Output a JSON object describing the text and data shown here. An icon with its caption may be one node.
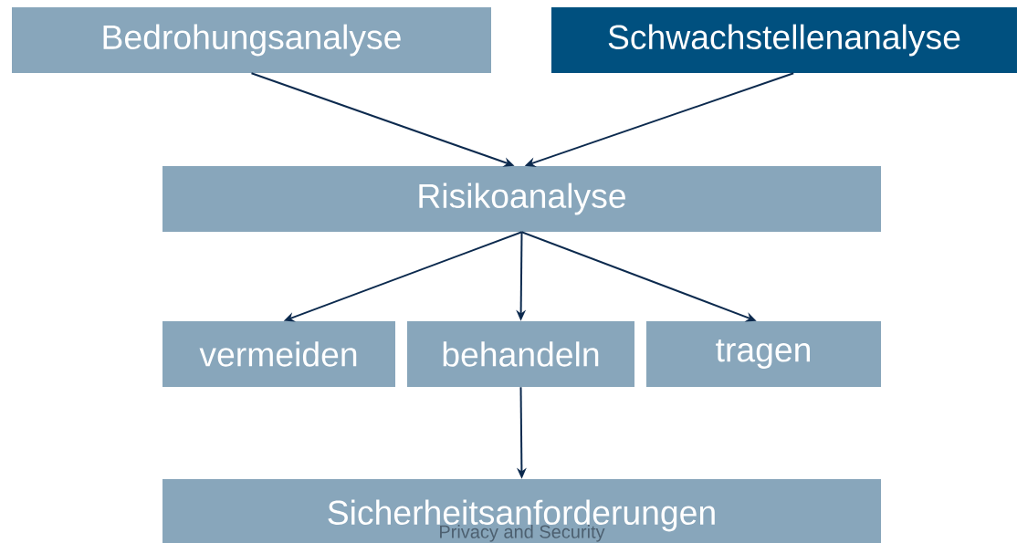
{
  "diagram": {
    "nodes": [
      {
        "text": [
          "Bedrohungsanalyse"
        ]
      },
      {
        "text": [
          "Schwachstellenanalyse"
        ]
      },
      {
        "text": [
          "Risikoanalyse"
        ]
      },
      {
        "text": [
          "vermeiden"
        ]
      },
      {
        "text": [
          "behandeln"
        ]
      },
      {
        "text": [
          "tragen"
        ]
      },
      {
        "text": [
          "Sicherheitsanforderungen"
        ]
      }
    ],
    "edges": [
      {
        "from": 0,
        "to": 2,
        "arrow": "to"
      },
      {
        "from": 1,
        "to": 2,
        "arrow": "to"
      },
      {
        "from": 2,
        "to": 3,
        "arrow": "to"
      },
      {
        "from": 2,
        "to": 4,
        "arrow": "to"
      },
      {
        "from": 2,
        "to": 5,
        "arrow": "to"
      },
      {
        "from": 4,
        "to": 6,
        "arrow": "to"
      }
    ],
    "labels": [
      "Privacy and Security"
    ]
  }
}
